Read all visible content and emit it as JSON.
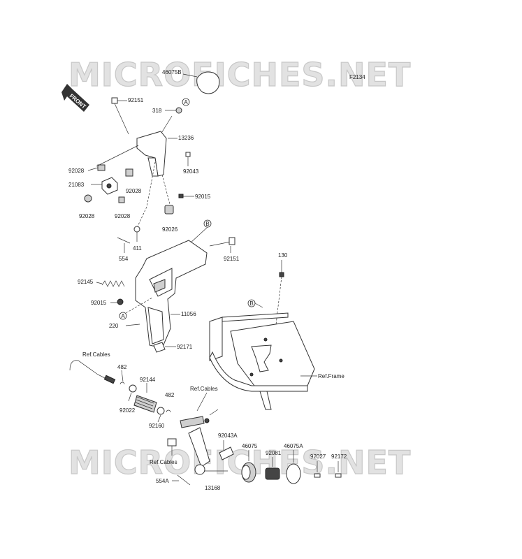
{
  "watermark": "MICROFICHES.NET",
  "figure_code": "F2134",
  "front_label": "FRONT",
  "callout_a": "A",
  "callout_b": "B",
  "part_labels": {
    "p46075B": "46075B",
    "p92151_top": "92151",
    "p318": "318",
    "p13236": "13236",
    "p92043": "92043",
    "p92028_a": "92028",
    "p21083": "21083",
    "p92028_b": "92028",
    "p92028_c": "92028",
    "p92028_d": "92028",
    "p92015_top": "92015",
    "p92026": "92026",
    "p411": "411",
    "p554": "554",
    "p92151_mid": "92151",
    "p130": "130",
    "p92145": "92145",
    "p92015_mid": "92015",
    "p11056": "11056",
    "p220": "220",
    "p92171": "92171",
    "p_ref_frame": "Ref.Frame",
    "p_ref_cables_1": "Ref.Cables",
    "p482_a": "482",
    "p92144": "92144",
    "p92022": "92022",
    "p482_b": "482",
    "p92160": "92160",
    "p_ref_cables_2": "Ref.Cables",
    "p92043A": "92043A",
    "p46075": "46075",
    "p46075A": "46075A",
    "p92081": "92081",
    "p92027": "92027",
    "p92172": "92172",
    "p_ref_cables_3": "Ref.Cables",
    "p554A": "554A",
    "p13168": "13168"
  }
}
